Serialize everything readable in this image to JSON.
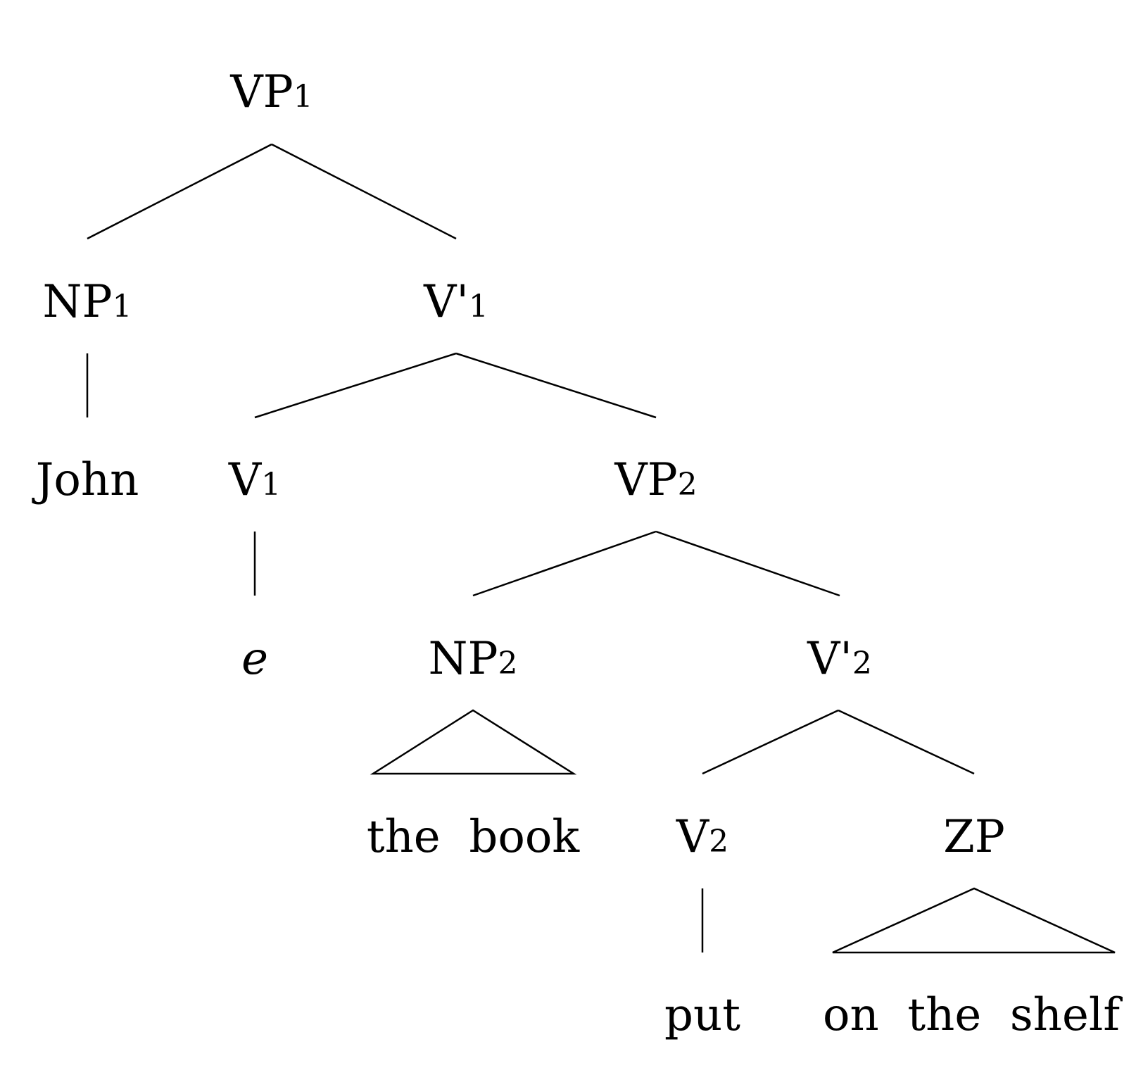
{
  "tree": {
    "nodes": {
      "vp1": {
        "base": "VP",
        "sub": "1"
      },
      "np1": {
        "base": "NP",
        "sub": "1"
      },
      "vbar1": {
        "base": "V'",
        "sub": "1"
      },
      "v1": {
        "base": "V",
        "sub": "1"
      },
      "vp2": {
        "base": "VP",
        "sub": "2"
      },
      "np2": {
        "base": "NP",
        "sub": "2"
      },
      "vbar2": {
        "base": "V'",
        "sub": "2"
      },
      "v2": {
        "base": "V",
        "sub": "2"
      },
      "zp": {
        "base": "ZP",
        "sub": ""
      }
    },
    "leaves": {
      "john": "John",
      "e": "e",
      "the_book": "the  book",
      "put": "put",
      "on_the_shelf": "on  the  shelf"
    }
  }
}
